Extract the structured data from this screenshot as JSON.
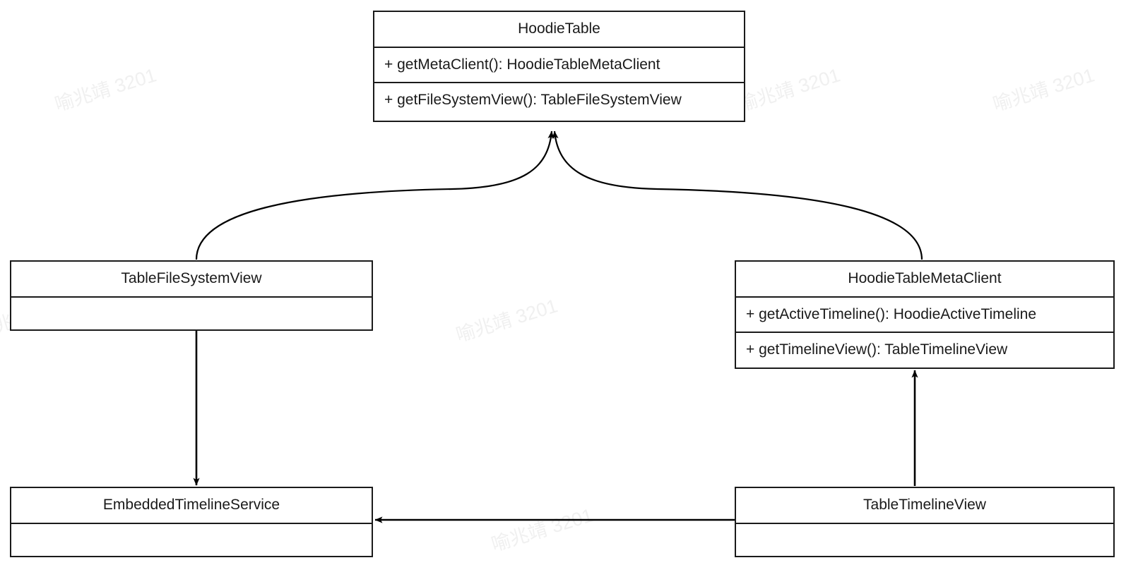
{
  "diagram": {
    "type": "uml-class-diagram",
    "watermark_text": "喻兆靖 3201",
    "stroke_color": "#1a1a1a",
    "background_color": "#ffffff",
    "classes": [
      {
        "id": "hoodie-table",
        "name": "HoodieTable",
        "members": [
          "+ getMetaClient(): HoodieTableMetaClient",
          "+ getFileSystemView(): TableFileSystemView"
        ]
      },
      {
        "id": "tablefilesystemview",
        "name": "TableFileSystemView",
        "members": []
      },
      {
        "id": "hoodietablemetaclient",
        "name": "HoodieTableMetaClient",
        "members": [
          "+ getActiveTimeline(): HoodieActiveTimeline",
          "+ getTimelineView(): TableTimelineView"
        ]
      },
      {
        "id": "embeddedtimelineservice",
        "name": "EmbeddedTimelineService",
        "members": []
      },
      {
        "id": "tabletimelineview",
        "name": "TableTimelineView",
        "members": []
      }
    ],
    "relations": [
      {
        "id": "r1",
        "from": "TableFileSystemView",
        "to": "HoodieTable",
        "style": "curved",
        "arrow": "filled"
      },
      {
        "id": "r2",
        "from": "HoodieTableMetaClient",
        "to": "HoodieTable",
        "style": "curved",
        "arrow": "filled"
      },
      {
        "id": "r3",
        "from": "TableFileSystemView",
        "to": "EmbeddedTimelineService",
        "style": "straight",
        "arrow": "filled"
      },
      {
        "id": "r4",
        "from": "TableTimelineView",
        "to": "HoodieTableMetaClient",
        "style": "straight",
        "arrow": "filled"
      },
      {
        "id": "r5",
        "from": "TableTimelineView",
        "to": "EmbeddedTimelineService",
        "style": "straight",
        "arrow": "filled"
      }
    ]
  }
}
